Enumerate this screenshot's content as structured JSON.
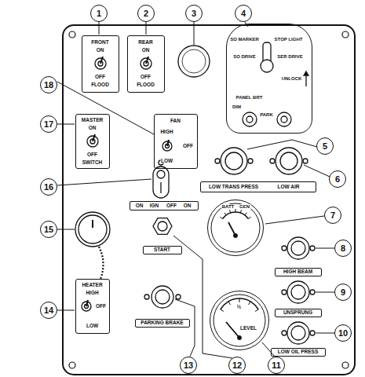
{
  "diagram": {
    "nodes": [
      {
        "text": [
          "FRONT",
          "ON",
          "OFF",
          "FLOOD"
        ]
      },
      {
        "text": [
          "REAR",
          "ON",
          "OFF",
          "FLOOD"
        ]
      },
      {
        "text": [
          "SO MARKER",
          "STOP LIGHT",
          "SO DRIVE",
          "SER DRIVE",
          "UNLOCK",
          "PANEL BRT",
          "DIM",
          "PARK"
        ]
      },
      {
        "text": [
          "FAN",
          "HIGH",
          "OFF",
          "LOW"
        ]
      },
      {
        "text": [
          "MASTER",
          "ON",
          "OFF",
          "SWITCH"
        ]
      },
      {
        "text": [
          "LOW TRANS PRESS",
          "LOW AIR"
        ]
      },
      {
        "text": [
          "BATT",
          "GEN"
        ]
      },
      {
        "text": [
          "HIGH BEAM"
        ]
      },
      {
        "text": [
          "ON",
          "IGN",
          "OFF",
          "ON"
        ]
      },
      {
        "text": [
          "START"
        ]
      },
      {
        "text": [
          "UNSPRUNG"
        ]
      },
      {
        "text": [
          "½",
          "LEVEL"
        ]
      },
      {
        "text": [
          "HEATER",
          "HIGH",
          "OFF",
          "LOW"
        ]
      },
      {
        "text": [
          "PARKING BRAKE"
        ]
      },
      {
        "text": [
          "LOW OIL PRESS"
        ]
      }
    ],
    "labels": [
      "1",
      "2",
      "3",
      "4",
      "5",
      "6",
      "7",
      "8",
      "9",
      "10",
      "11",
      "12",
      "13",
      "14",
      "15",
      "16",
      "17",
      "18"
    ]
  }
}
